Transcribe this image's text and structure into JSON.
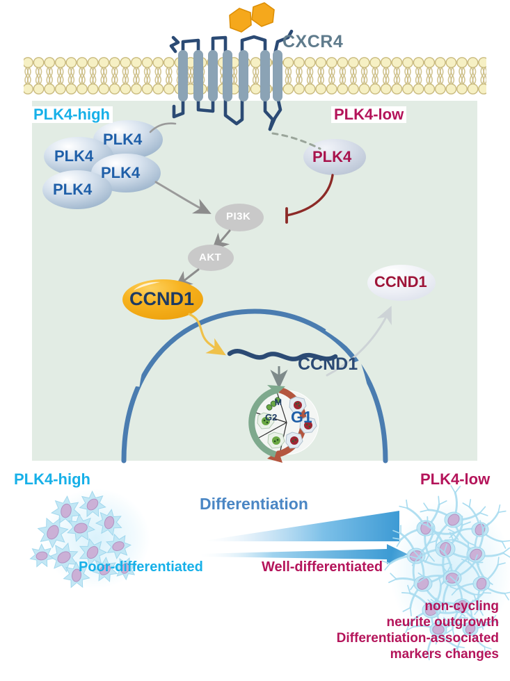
{
  "figure": {
    "title": "PLK4-CXCR4-PI3K-AKT-CCND1 differentiation pathway schematic",
    "colors": {
      "cytoplasm": "#e2ece4",
      "membrane_head": "#f6f0c4",
      "membrane_head_stroke": "#c9ba7e",
      "receptor_helix": "#8ba3b5",
      "receptor_loop": "#2b4a74",
      "ligand_orange": "#f5a81c",
      "plk4_high_text": "#17b0e8",
      "plk4_low_text": "#b4145a",
      "plk4_oval_fill": "#c3d2e2",
      "plk4_text_blue": "#1f5fa8",
      "plk4_text_crimson": "#a8124c",
      "node_gray": "#c9c9c9",
      "ccnd1_yellow": "#f5ab17",
      "ccnd1_yellow_text": "#1d3a63",
      "ccnd1_pale_fill": "#eceef5",
      "ccnd1_pale_text": "#9e1438",
      "nucleus_blue": "#4a7cb0",
      "dna_navy": "#2b4a74",
      "arrow_gray": "#8c8c8c",
      "inhibit_red": "#8c2a27",
      "cycle_red": "#b4563f",
      "cycle_green": "#7ea98d",
      "g1_blue": "#1f5fa8",
      "cell_cyan": "#bfe6f5",
      "cell_nucleus": "#cbb0d6",
      "grad_blue": "#3d9ad4",
      "diff_text": "#4a86c4"
    }
  },
  "membrane": {
    "label_receptor": "CXCR4"
  },
  "cytoplasm": {
    "label_left": "PLK4-high",
    "label_right": "PLK4-low",
    "plk4_cluster": [
      "PLK4",
      "PLK4",
      "PLK4",
      "PLK4"
    ],
    "plk4_low_node": "PLK4",
    "nodes": {
      "pi3k": "PI3K",
      "akt": "AKT"
    },
    "ccnd1_active": "CCND1",
    "ccnd1_inactive": "CCND1",
    "ccnd1_gene": "CCND1"
  },
  "cell_cycle": {
    "phases": [
      "G1",
      "M",
      "G2"
    ],
    "g1": "G1",
    "m": "M",
    "g2": "G2"
  },
  "bottom_panel": {
    "label_left": "PLK4-high",
    "label_right": "PLK4-low",
    "gradient_label": "Differentiation",
    "axis_left": "Poor-differentiated",
    "axis_right": "Well-differentiated",
    "outcomes": [
      "non-cycling",
      "neurite outgrowth",
      "Differentiation-associated",
      "markers changes"
    ]
  }
}
